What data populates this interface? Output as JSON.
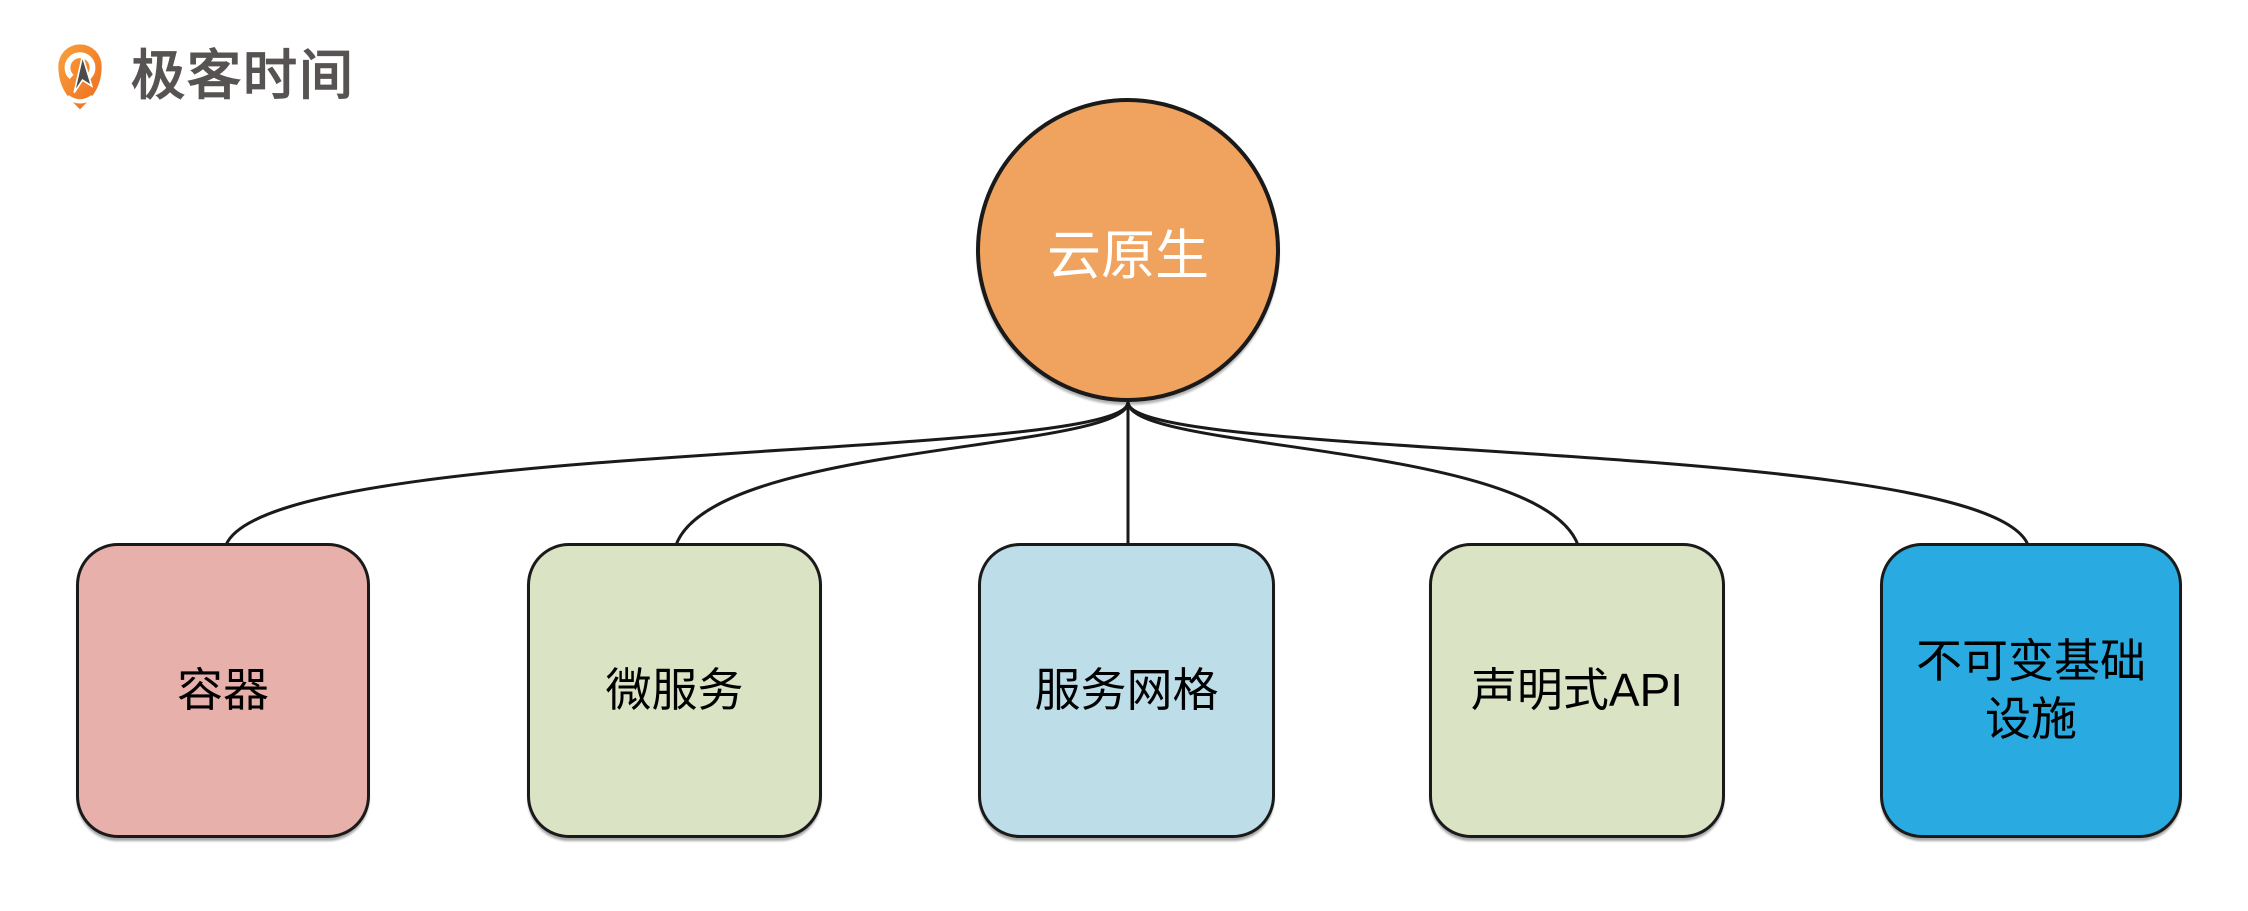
{
  "logo": {
    "brand_text": "极客时间"
  },
  "diagram": {
    "stroke_color": "#1A1A1A",
    "background": "#FFFFFF",
    "root": {
      "label": "云原生",
      "fill": "#F0A35E",
      "text_color": "#FFFFFF",
      "shape": "circle"
    },
    "children": [
      {
        "id": "container",
        "label": "容器",
        "fill": "#E7B0AA"
      },
      {
        "id": "microservices",
        "label": "微服务",
        "fill": "#DBE3C5"
      },
      {
        "id": "service-mesh",
        "label": "服务网格",
        "fill": "#BDDEE9"
      },
      {
        "id": "declarative-api",
        "label": "声明式API",
        "fill": "#DBE3C5"
      },
      {
        "id": "immutable-infrastructure",
        "label": "不可变基础设施",
        "fill": "#29ABE2"
      }
    ]
  }
}
